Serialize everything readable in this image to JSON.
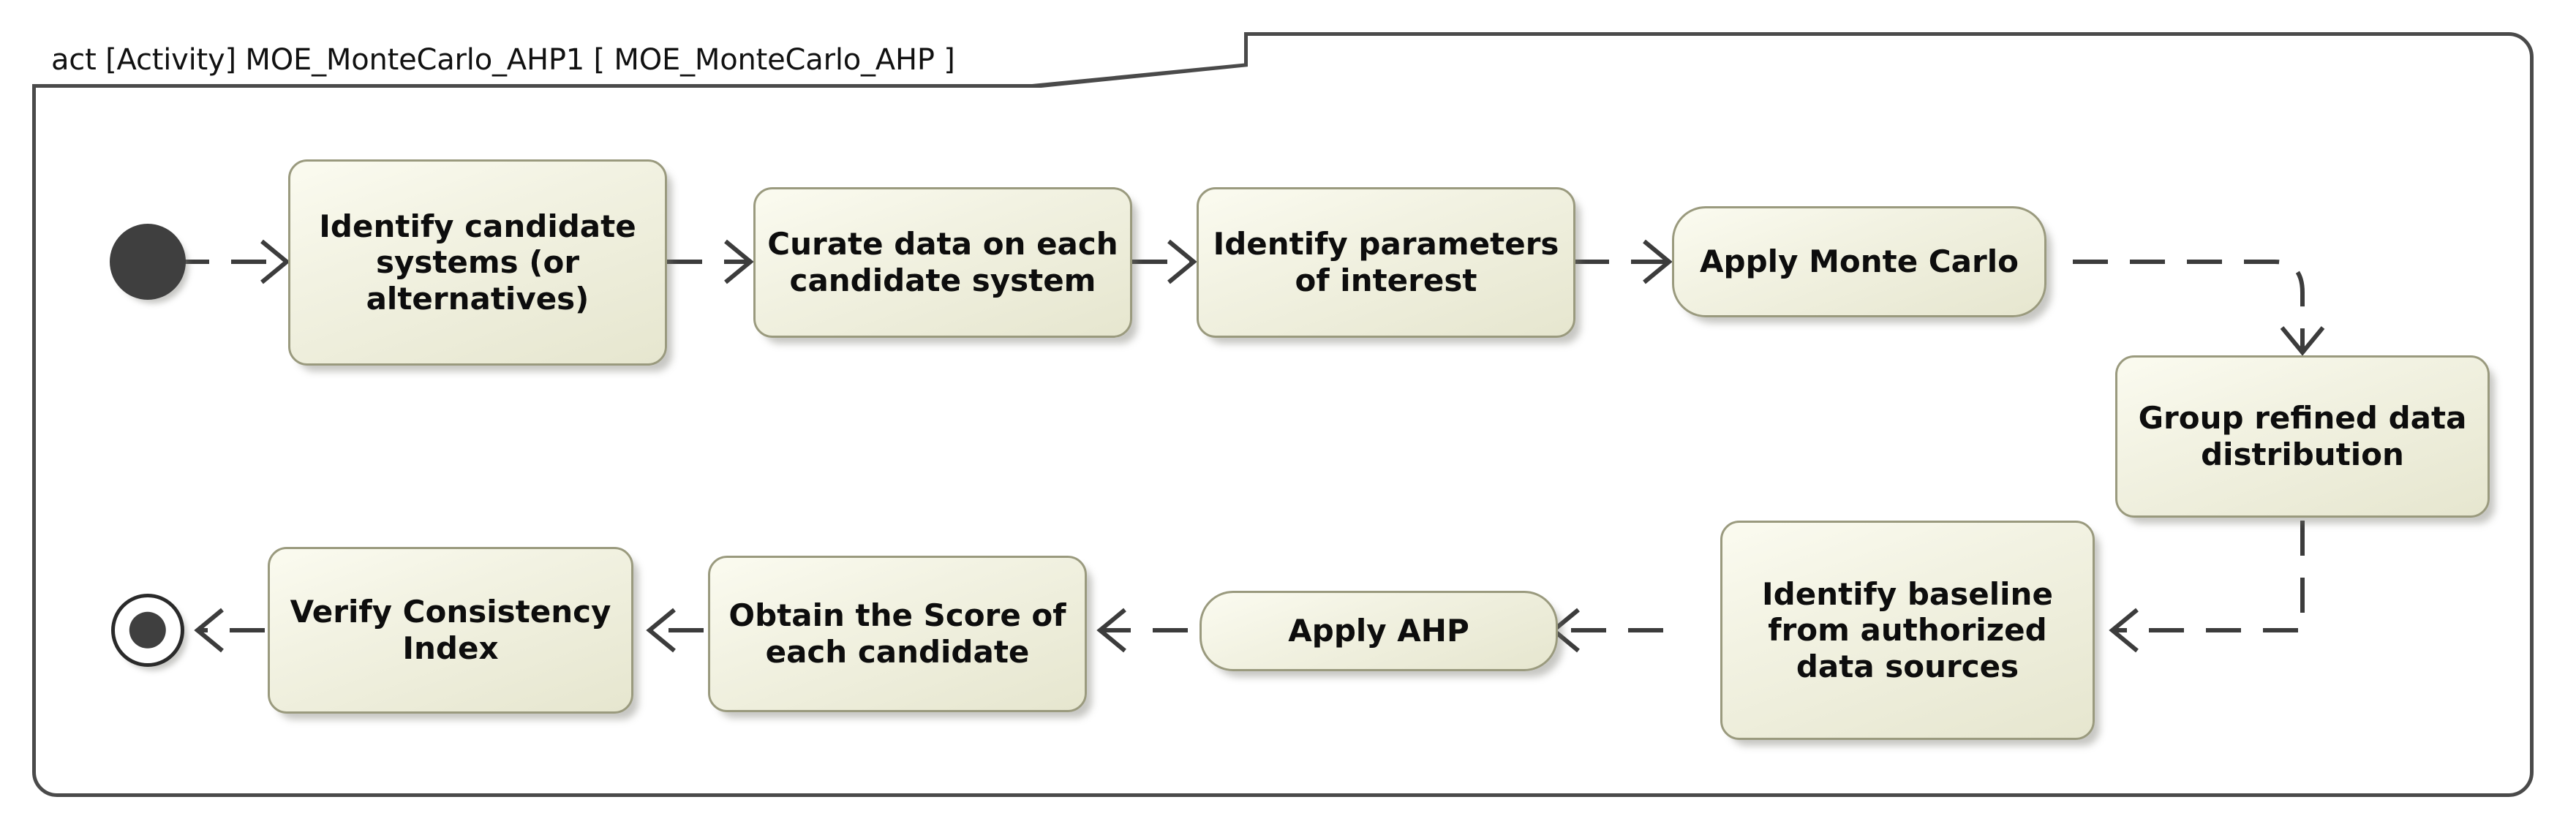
{
  "diagram": {
    "kind": "uml-activity-diagram",
    "frame": {
      "keyword": "act",
      "stereotype": "[Activity]",
      "name": "MOE_MonteCarlo_AHP1",
      "qualifier": "[ MOE_MonteCarlo_AHP ]",
      "header_full": "act [Activity] MOE_MonteCarlo_AHP1 [ MOE_MonteCarlo_AHP ]"
    },
    "colors": {
      "frame_border": "#4a4a4a",
      "node_fill_top": "#fbfbf0",
      "node_fill_bottom": "#e6e6cf",
      "node_border": "#9a9a7e",
      "edge": "#3c3c3c",
      "initial_node": "#3f3f3f",
      "text": "#0d0d0d",
      "background": "#ffffff"
    },
    "initial_node_label": "initial node",
    "final_node_label": "activity final node",
    "nodes": [
      {
        "id": "n1",
        "label": "Identify candidate systems (or alternatives)"
      },
      {
        "id": "n2",
        "label": "Curate data on each candidate system"
      },
      {
        "id": "n3",
        "label": "Identify parameters of interest"
      },
      {
        "id": "n4",
        "label": "Apply Monte Carlo"
      },
      {
        "id": "n5",
        "label": "Group refined data distribution"
      },
      {
        "id": "n6",
        "label": "Identify baseline from authorized data sources"
      },
      {
        "id": "n7",
        "label": "Apply AHP"
      },
      {
        "id": "n8",
        "label": "Obtain the Score of each candidate"
      },
      {
        "id": "n9",
        "label": "Verify Consistency Index"
      }
    ],
    "edges": [
      {
        "from": "initial",
        "to": "n1",
        "style": "dashed",
        "direction": "right"
      },
      {
        "from": "n1",
        "to": "n2",
        "style": "dashed",
        "direction": "right"
      },
      {
        "from": "n2",
        "to": "n3",
        "style": "dashed",
        "direction": "right"
      },
      {
        "from": "n3",
        "to": "n4",
        "style": "dashed",
        "direction": "right"
      },
      {
        "from": "n4",
        "to": "n5",
        "style": "dashed",
        "direction": "down"
      },
      {
        "from": "n5",
        "to": "n6",
        "style": "dashed",
        "direction": "left"
      },
      {
        "from": "n6",
        "to": "n7",
        "style": "dashed",
        "direction": "left"
      },
      {
        "from": "n7",
        "to": "n8",
        "style": "dashed",
        "direction": "left"
      },
      {
        "from": "n8",
        "to": "n9",
        "style": "dashed",
        "direction": "left"
      },
      {
        "from": "n9",
        "to": "final",
        "style": "dashed",
        "direction": "left"
      }
    ]
  }
}
